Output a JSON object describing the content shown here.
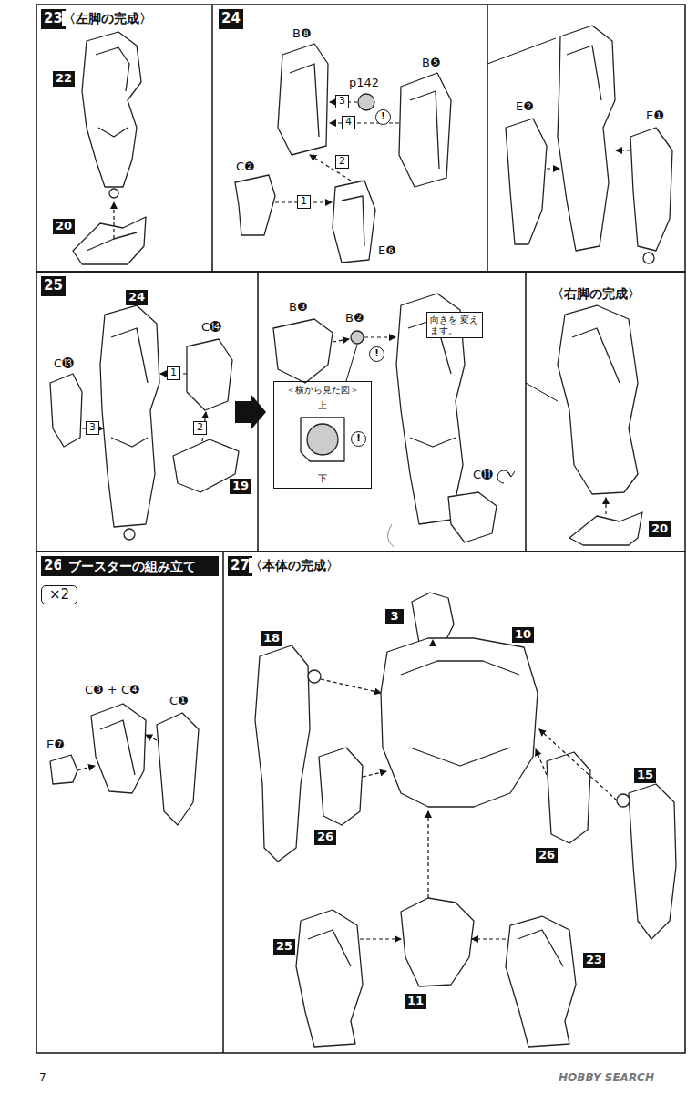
{
  "diagram": {
    "nodes": [
      {
        "text": [
          "23"
        ]
      },
      {
        "text": [
          "22"
        ]
      },
      {
        "text": [
          "20"
        ]
      },
      {
        "text": [
          "24"
        ]
      },
      {
        "text": [
          "3"
        ]
      },
      {
        "text": [
          "!"
        ]
      },
      {
        "text": [
          "4"
        ]
      },
      {
        "text": [
          "2"
        ]
      },
      {
        "text": [
          "1"
        ]
      },
      {
        "text": [
          "25"
        ]
      },
      {
        "text": [
          "24"
        ]
      },
      {
        "text": [
          "1"
        ]
      },
      {
        "text": [
          "3"
        ]
      },
      {
        "text": [
          "2"
        ]
      },
      {
        "text": [
          "19"
        ]
      },
      {
        "text": [
          "!"
        ]
      },
      {
        "text": [
          "向きを 変えます。"
        ]
      },
      {
        "text": [
          "＜横から見た図＞",
          "上",
          "下"
        ]
      },
      {
        "text": [
          "!"
        ],
        "in": 17
      },
      {
        "text": [
          "20"
        ]
      },
      {
        "text": [
          "26"
        ]
      },
      {
        "text": [
          "ブースターの組み立て"
        ]
      },
      {
        "text": [
          "×2"
        ]
      },
      {
        "text": [
          "27"
        ]
      },
      {
        "text": [
          "18"
        ]
      },
      {
        "text": [
          "3"
        ]
      },
      {
        "text": [
          "10"
        ]
      },
      {
        "text": [
          "15"
        ]
      },
      {
        "text": [
          "26"
        ]
      },
      {
        "text": [
          "26"
        ]
      },
      {
        "text": [
          "25"
        ]
      },
      {
        "text": [
          "11"
        ]
      },
      {
        "text": [
          "23"
        ]
      }
    ],
    "labels": [
      "〈左脚の完成〉",
      "B❽",
      "p142",
      "B❺",
      "C❷",
      "E❻",
      "E❷",
      "E❶",
      "C⓭",
      "C⓮",
      "B❸",
      "B❷",
      "C⓫",
      "〈右脚の完成〉",
      "C❸ + C❹",
      "E❼",
      "C❶",
      "〈本体の完成〉",
      "7",
      "HOBBY SEARCH"
    ]
  }
}
